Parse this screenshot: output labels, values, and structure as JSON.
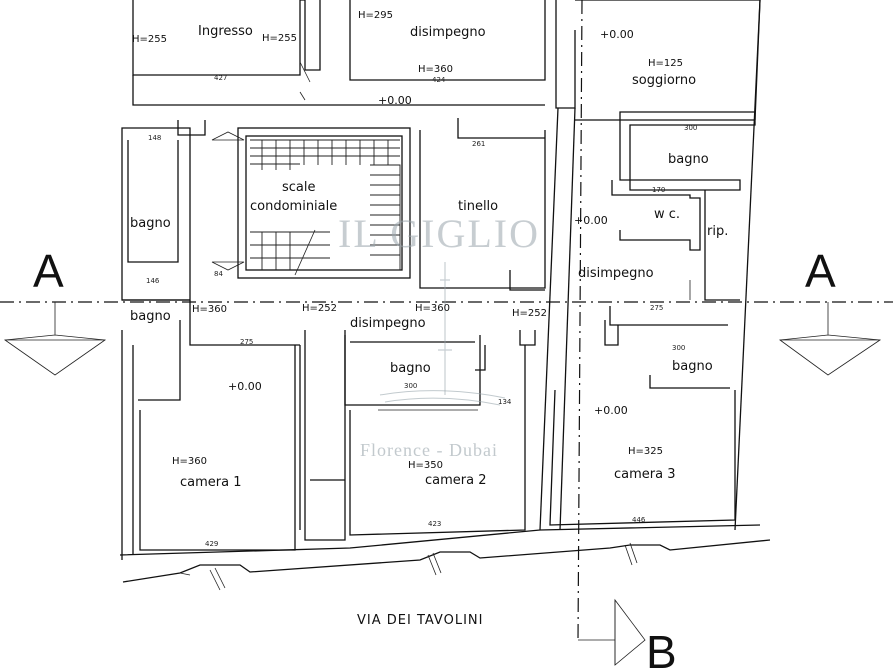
{
  "rooms": {
    "ingresso": "Ingresso",
    "disimpegno_top": "disimpegno",
    "soggiorno": "soggiorno",
    "bagno_tr": "bagno",
    "scale_1": "scale",
    "scale_2": "condominiale",
    "tinello": "tinello",
    "wc": "w c.",
    "rip": "rip.",
    "bagno_left_upper": "bagno",
    "disimpegno_right": "disimpegno",
    "bagno_left_lower": "bagno",
    "disimpegno_mid": "disimpegno",
    "bagno_center": "bagno",
    "bagno_right": "bagno",
    "camera1": "camera 1",
    "camera2": "camera 2",
    "camera3": "camera 3"
  },
  "heights": {
    "h255_a": "H=255",
    "h255_b": "H=255",
    "h295": "H=295",
    "h360_top": "H=360",
    "h125": "H=125",
    "h360_left": "H=360",
    "h252_a": "H=252",
    "h360_mid": "H=360",
    "h252_b": "H=252",
    "h360_cam1": "H=360",
    "h350_cam2": "H=350",
    "h325_cam3": "H=325"
  },
  "levels": {
    "l1": "+0.00",
    "l2": "+0.00",
    "l3": "+0.00",
    "l4": "+0.00",
    "l5": "+0.00"
  },
  "dimensions": {
    "d427": "427",
    "d424": "424",
    "d300a": "300",
    "d300b": "300",
    "d300c": "300",
    "d261": "261",
    "d170": "170",
    "d148": "148",
    "d146": "146",
    "d84": "84",
    "d275a": "275",
    "d275b": "275",
    "d134": "134",
    "d429a": "429",
    "d423": "423",
    "d446": "446"
  },
  "section_labels": {
    "a_left": "A",
    "a_right": "A",
    "b": "B"
  },
  "street": "VIA DEI TAVOLINI",
  "watermark": {
    "brand": "IL GIGLIO",
    "tagline": "Florence - Dubai"
  }
}
